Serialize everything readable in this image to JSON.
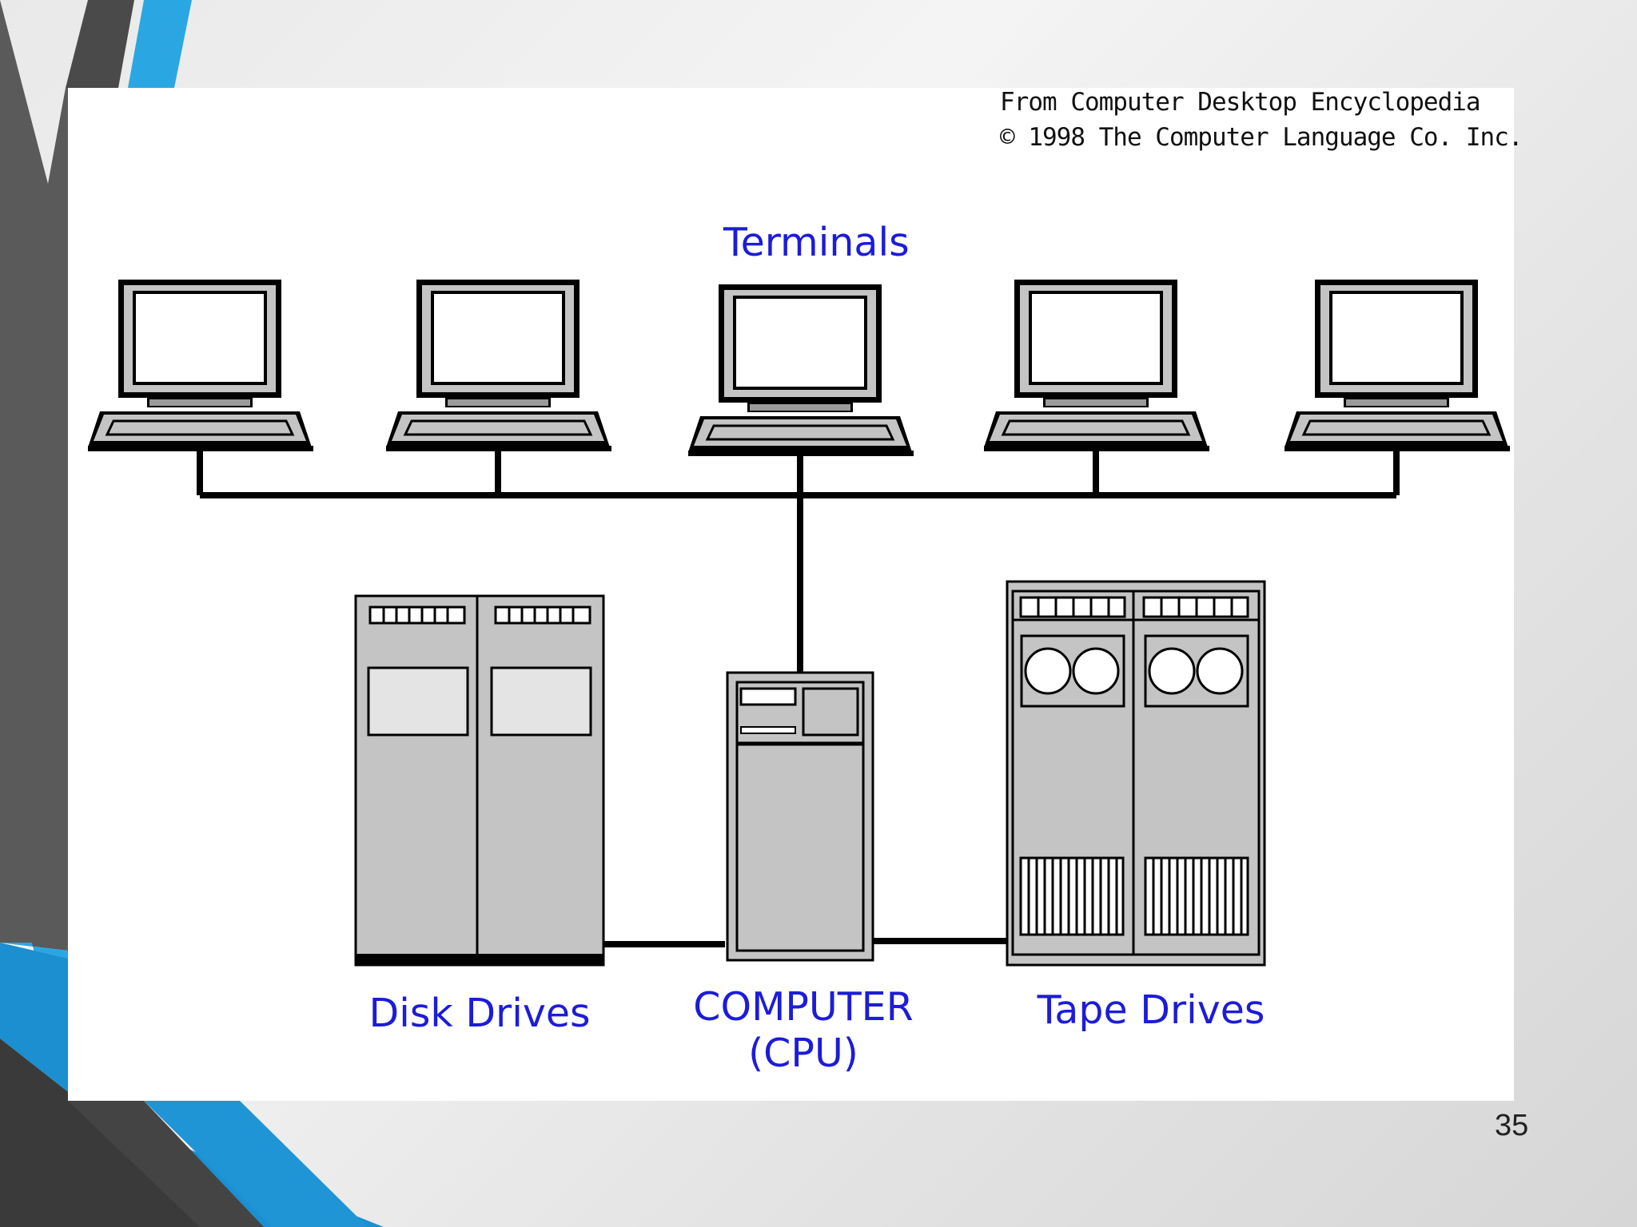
{
  "credit": {
    "line1": "From Computer Desktop Encyclopedia",
    "line2": "© 1998 The Computer Language Co. Inc."
  },
  "labels": {
    "terminals": "Terminals",
    "disk_drives": "Disk Drives",
    "computer": "COMPUTER",
    "cpu": "(CPU)",
    "tape_drives": "Tape Drives"
  },
  "page_number": "35",
  "colors": {
    "label_blue": "#1c1cd8",
    "accent_blue": "#2aa7e3",
    "dark_stripe": "#4a4a4a",
    "device_gray": "#c4c4c4",
    "outline": "#000000"
  },
  "icons": [
    "terminal-icon",
    "disk-drive-icon",
    "cpu-icon",
    "tape-drive-icon"
  ]
}
